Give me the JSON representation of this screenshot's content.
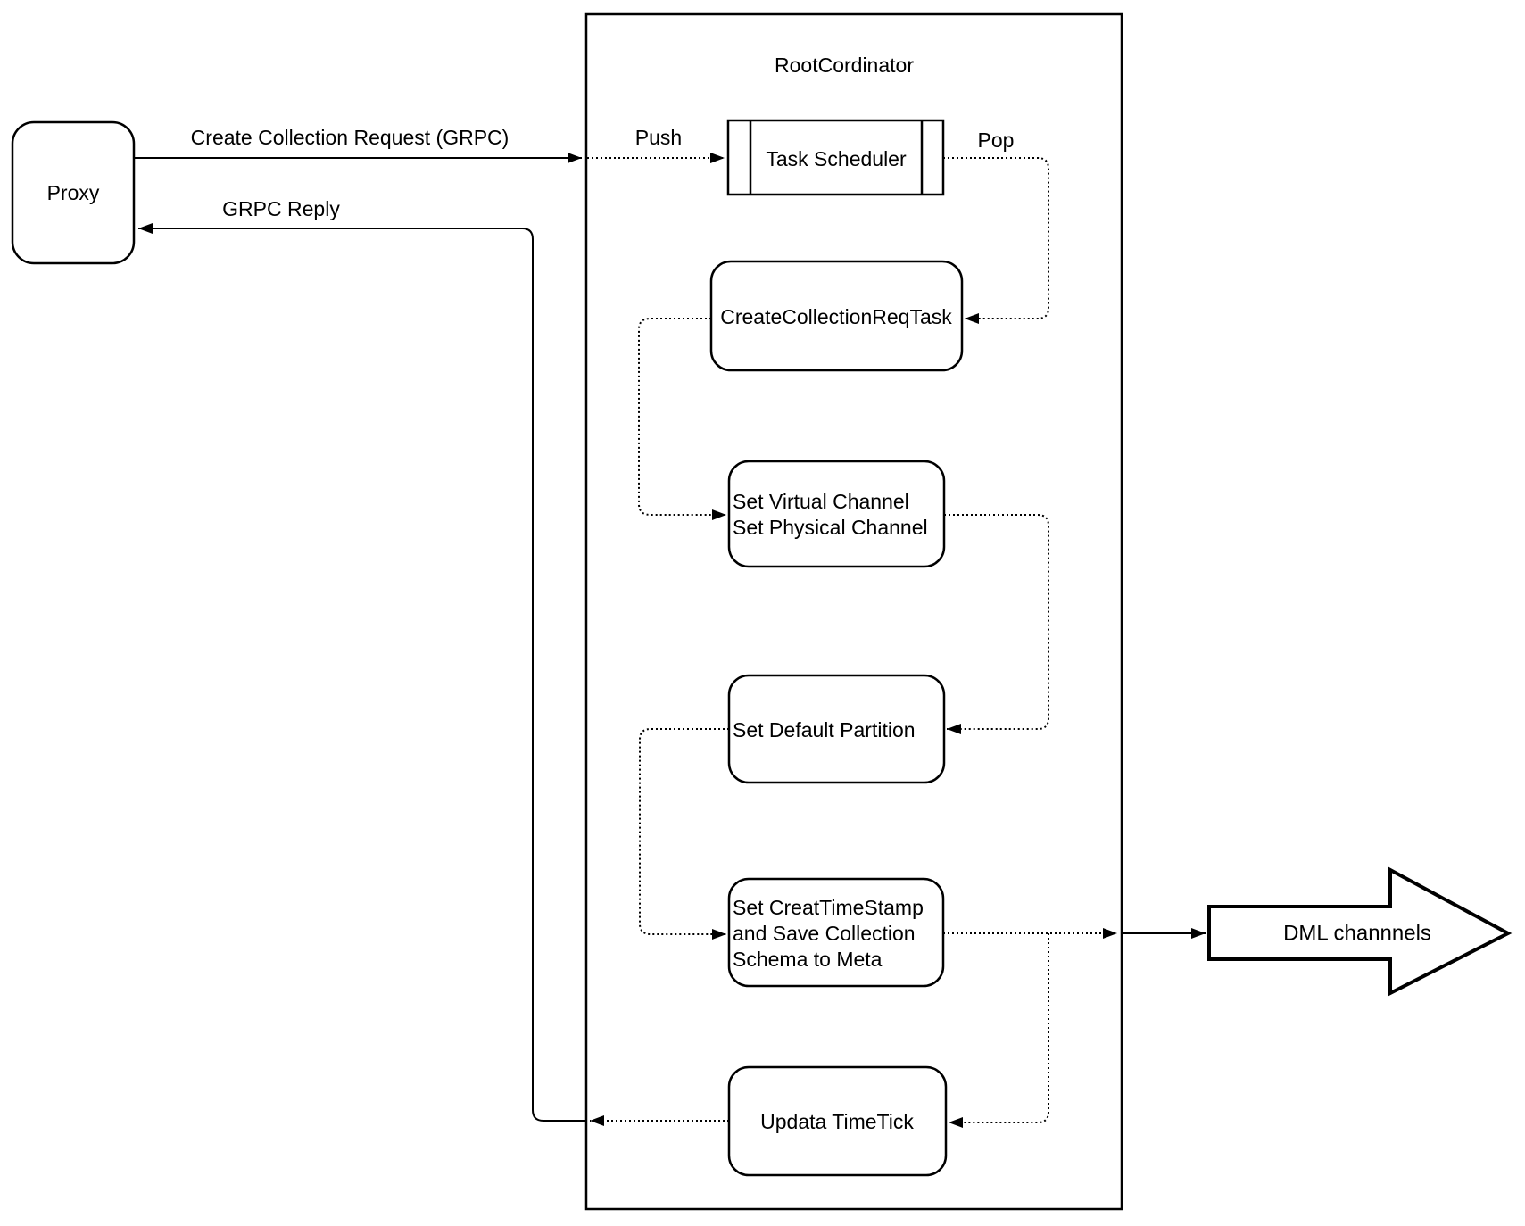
{
  "diagram": {
    "background_color": "#ffffff",
    "line_color": "#000000",
    "container": {
      "title": "RootCordinator"
    },
    "nodes": {
      "proxy": {
        "label": "Proxy"
      },
      "task_scheduler": {
        "label": "Task Scheduler"
      },
      "create_collection_req_task": {
        "label": "CreateCollectionReqTask"
      },
      "set_channels": {
        "lines": [
          "Set Virtual Channel",
          "Set Physical Channel"
        ]
      },
      "set_default_partition": {
        "label": "Set Default Partition"
      },
      "set_create_timestamp": {
        "lines": [
          "Set CreatTimeStamp",
          "and Save Collection",
          "Schema to Meta"
        ]
      },
      "update_timetick": {
        "label": "Updata TimeTick"
      },
      "dml_channels": {
        "label": "DML channnels"
      }
    },
    "edge_labels": {
      "create_collection_request": "Create Collection Request (GRPC)",
      "grpc_reply": "GRPC Reply",
      "push": "Push",
      "pop": "Pop"
    }
  }
}
